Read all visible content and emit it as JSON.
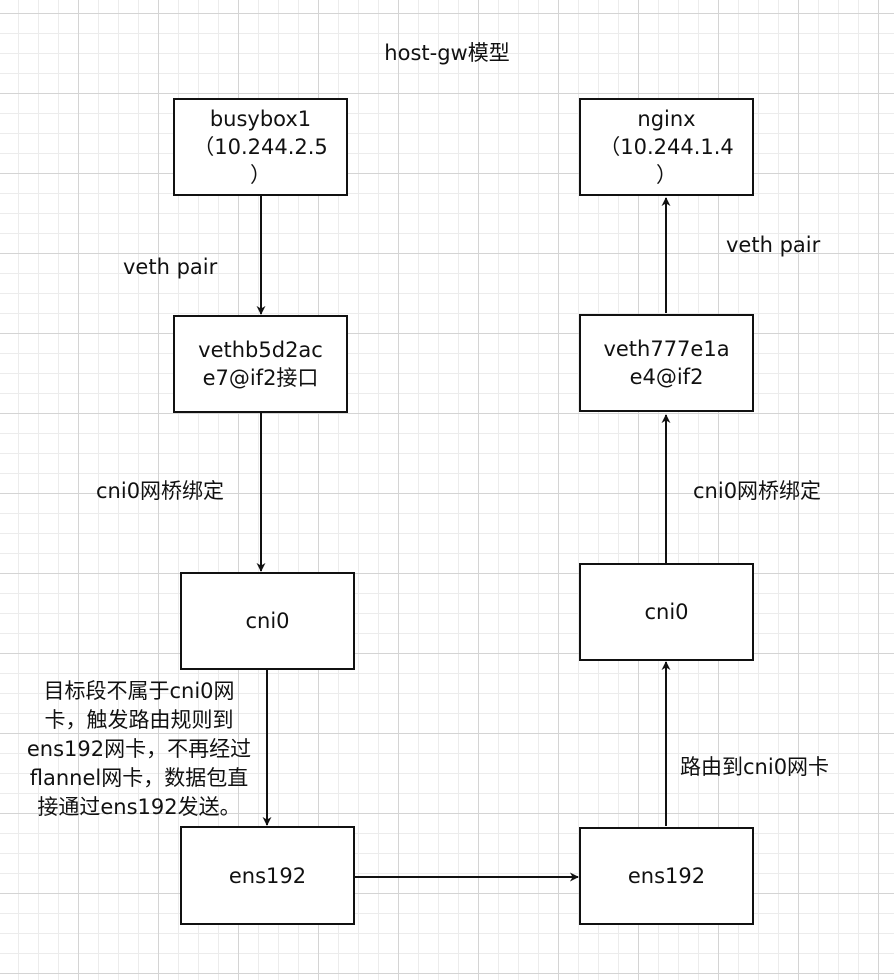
{
  "title": "host-gw模型",
  "nodes": {
    "busybox1": {
      "line1": "busybox1",
      "line2": "（10.244.2.5",
      "line3": "）"
    },
    "veth_left": {
      "line1": "vethb5d2ac",
      "line2": "e7@if2接口"
    },
    "cni0_left": {
      "label": "cni0"
    },
    "ens_left": {
      "label": "ens192"
    },
    "nginx": {
      "line1": "nginx",
      "line2": "（10.244.1.4",
      "line3": "）"
    },
    "veth_right": {
      "line1": "veth777e1a",
      "line2": "e4@if2"
    },
    "cni0_right": {
      "label": "cni0"
    },
    "ens_right": {
      "label": "ens192"
    }
  },
  "edges": {
    "left_veth_pair": "veth pair",
    "left_bridge": "cni0网桥绑定",
    "left_route_note": [
      "目标段不属于cni0网",
      "卡，触发路由规则到",
      "ens192网卡，不再经过",
      "flannel网卡，数据包直",
      "接通过ens192发送。"
    ],
    "right_veth_pair": "veth pair",
    "right_bridge": "cni0网桥绑定",
    "right_route": "路由到cni0网卡"
  }
}
